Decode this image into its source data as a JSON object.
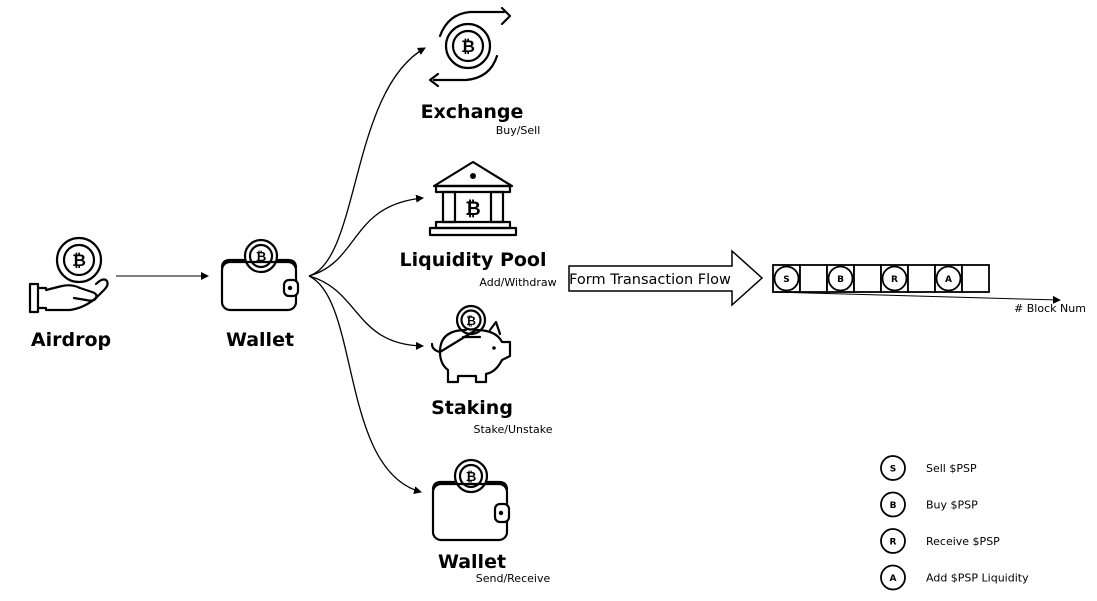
{
  "nodes": {
    "airdrop": {
      "title": "Airdrop"
    },
    "wallet_main": {
      "title": "Wallet"
    },
    "exchange": {
      "title": "Exchange",
      "subtitle": "Buy/Sell"
    },
    "liquidity_pool": {
      "title": "Liquidity Pool",
      "subtitle": "Add/Withdraw"
    },
    "staking": {
      "title": "Staking",
      "subtitle": "Stake/Unstake"
    },
    "wallet_send": {
      "title": "Wallet",
      "subtitle": "Send/Receive"
    }
  },
  "flow_arrow": {
    "label": "Form Transaction Flow"
  },
  "block_chain": {
    "axis_label": "# Block Num",
    "blocks": [
      {
        "letter": "S"
      },
      {
        "letter": ""
      },
      {
        "letter": "B"
      },
      {
        "letter": ""
      },
      {
        "letter": "R"
      },
      {
        "letter": ""
      },
      {
        "letter": "A"
      },
      {
        "letter": ""
      }
    ]
  },
  "legend": [
    {
      "letter": "S",
      "label": "Sell $PSP"
    },
    {
      "letter": "B",
      "label": "Buy $PSP"
    },
    {
      "letter": "R",
      "label": "Receive $PSP"
    },
    {
      "letter": "A",
      "label": "Add $PSP Liquidity"
    }
  ],
  "icons": {
    "coin_symbol": "₿",
    "airdrop": "hand-coin-icon",
    "wallet": "wallet-icon",
    "exchange": "exchange-icon",
    "liquidity_pool": "bank-icon",
    "staking": "piggy-bank-icon"
  }
}
